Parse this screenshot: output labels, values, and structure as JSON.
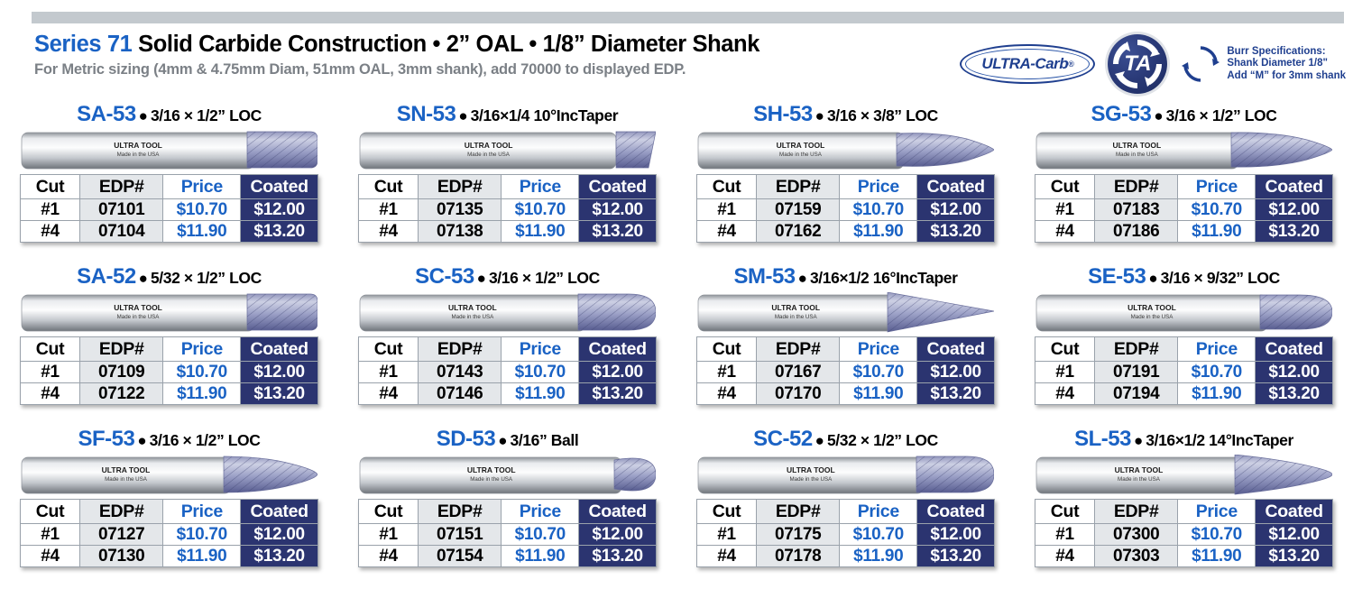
{
  "page": {
    "top_bar_color": "#c3c9ce",
    "accent_blue": "#1a62c4",
    "coated_navy": "#2b3470",
    "muted_gray": "#7b8086"
  },
  "header": {
    "series_label": "Series 71",
    "title_rest": "Solid Carbide Construction • 2” OAL • 1/8” Diameter Shank",
    "subtitle": "For Metric sizing (4mm & 4.75mm Diam, 51mm OAL, 3mm shank), add 70000 to displayed EDP."
  },
  "logos": {
    "ultra_carb": "ULTRA-Carb",
    "ultra_carb_reg": "®",
    "ta_badge": "TA",
    "burr_spec": {
      "line1": "Burr Specifications:",
      "line2": "Shank Diameter 1/8\"",
      "line3": "Add “M” for 3mm shank"
    }
  },
  "tool_image": {
    "brand": "ULTRA TOOL",
    "origin": "Made in the USA"
  },
  "table_headers": [
    "Cut",
    "EDP#",
    "Price",
    "Coated"
  ],
  "products": [
    {
      "code": "SA-53",
      "spec": "3/16 × 1/2” LOC",
      "shape": "cylinder",
      "rows": [
        {
          "cut": "#1",
          "edp": "07101",
          "price": "$10.70",
          "coated": "$12.00"
        },
        {
          "cut": "#4",
          "edp": "07104",
          "price": "$11.90",
          "coated": "$13.20"
        }
      ]
    },
    {
      "code": "SN-53",
      "spec": "3/16×1/4  10°IncTaper",
      "shape": "inverted-taper",
      "rows": [
        {
          "cut": "#1",
          "edp": "07135",
          "price": "$10.70",
          "coated": "$12.00"
        },
        {
          "cut": "#4",
          "edp": "07138",
          "price": "$11.90",
          "coated": "$13.20"
        }
      ]
    },
    {
      "code": "SH-53",
      "spec": "3/16 × 3/8” LOC",
      "shape": "flame",
      "rows": [
        {
          "cut": "#1",
          "edp": "07159",
          "price": "$10.70",
          "coated": "$12.00"
        },
        {
          "cut": "#4",
          "edp": "07162",
          "price": "$11.90",
          "coated": "$13.20"
        }
      ]
    },
    {
      "code": "SG-53",
      "spec": "3/16 × 1/2” LOC",
      "shape": "pointed-tree",
      "rows": [
        {
          "cut": "#1",
          "edp": "07183",
          "price": "$10.70",
          "coated": "$12.00"
        },
        {
          "cut": "#4",
          "edp": "07186",
          "price": "$11.90",
          "coated": "$13.20"
        }
      ]
    },
    {
      "code": "SA-52",
      "spec": "5/32 × 1/2” LOC",
      "shape": "cylinder",
      "rows": [
        {
          "cut": "#1",
          "edp": "07109",
          "price": "$10.70",
          "coated": "$12.00"
        },
        {
          "cut": "#4",
          "edp": "07122",
          "price": "$11.90",
          "coated": "$13.20"
        }
      ]
    },
    {
      "code": "SC-53",
      "spec": "3/16 × 1/2” LOC",
      "shape": "round-nose-cylinder",
      "rows": [
        {
          "cut": "#1",
          "edp": "07143",
          "price": "$10.70",
          "coated": "$12.00"
        },
        {
          "cut": "#4",
          "edp": "07146",
          "price": "$11.90",
          "coated": "$13.20"
        }
      ]
    },
    {
      "code": "SM-53",
      "spec": "3/16×1/2  16°IncTaper",
      "shape": "cone-pointed",
      "rows": [
        {
          "cut": "#1",
          "edp": "07167",
          "price": "$10.70",
          "coated": "$12.00"
        },
        {
          "cut": "#4",
          "edp": "07170",
          "price": "$11.90",
          "coated": "$13.20"
        }
      ]
    },
    {
      "code": "SE-53",
      "spec": "3/16 × 9/32” LOC",
      "shape": "oval",
      "rows": [
        {
          "cut": "#1",
          "edp": "07191",
          "price": "$10.70",
          "coated": "$12.00"
        },
        {
          "cut": "#4",
          "edp": "07194",
          "price": "$11.90",
          "coated": "$13.20"
        }
      ]
    },
    {
      "code": "SF-53",
      "spec": "3/16 × 1/2” LOC",
      "shape": "round-nose-tree",
      "rows": [
        {
          "cut": "#1",
          "edp": "07127",
          "price": "$10.70",
          "coated": "$12.00"
        },
        {
          "cut": "#4",
          "edp": "07130",
          "price": "$11.90",
          "coated": "$13.20"
        }
      ]
    },
    {
      "code": "SD-53",
      "spec": "3/16” Ball",
      "shape": "ball",
      "rows": [
        {
          "cut": "#1",
          "edp": "07151",
          "price": "$10.70",
          "coated": "$12.00"
        },
        {
          "cut": "#4",
          "edp": "07154",
          "price": "$11.90",
          "coated": "$13.20"
        }
      ]
    },
    {
      "code": "SC-52",
      "spec": "5/32 × 1/2” LOC",
      "shape": "round-nose-cylinder",
      "rows": [
        {
          "cut": "#1",
          "edp": "07175",
          "price": "$10.70",
          "coated": "$12.00"
        },
        {
          "cut": "#4",
          "edp": "07178",
          "price": "$11.90",
          "coated": "$13.20"
        }
      ]
    },
    {
      "code": "SL-53",
      "spec": "3/16×1/2  14°IncTaper",
      "shape": "round-nose-cone",
      "rows": [
        {
          "cut": "#1",
          "edp": "07300",
          "price": "$10.70",
          "coated": "$12.00"
        },
        {
          "cut": "#4",
          "edp": "07303",
          "price": "$11.90",
          "coated": "$13.20"
        }
      ]
    }
  ]
}
